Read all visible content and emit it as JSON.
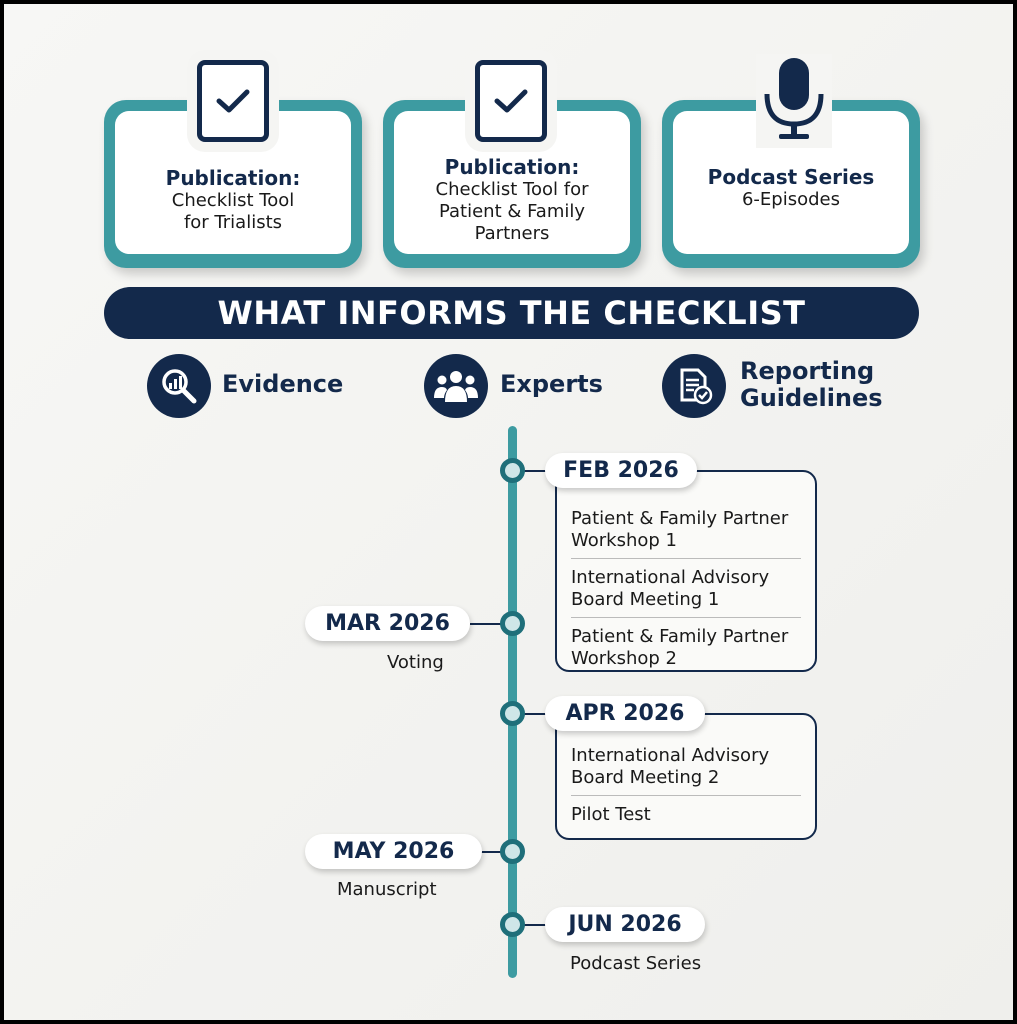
{
  "outputs": [
    {
      "title": "Publication:",
      "subtitle": "Checklist Tool for Trialists",
      "icon": "checkbox-icon"
    },
    {
      "title": "Publication:",
      "subtitle": "Checklist Tool for Patient & Family Partners",
      "icon": "checkbox-icon"
    },
    {
      "title": "Podcast Series",
      "subtitle": "6-Episodes",
      "icon": "microphone-icon"
    }
  ],
  "banner": "WHAT INFORMS THE CHECKLIST",
  "inputs": [
    {
      "label": "Evidence",
      "icon": "magnifier-chart-icon"
    },
    {
      "label": "Experts",
      "icon": "people-group-icon"
    },
    {
      "label": "Reporting Guidelines",
      "icon": "document-check-icon"
    }
  ],
  "timeline": [
    {
      "date": "FEB 2026",
      "items": [
        "Patient & Family Partner Workshop 1",
        "International Advisory Board Meeting 1",
        "Patient & Family Partner Workshop 2"
      ]
    },
    {
      "date": "MAR 2026",
      "caption": "Voting"
    },
    {
      "date": "APR 2026",
      "items": [
        "International Advisory Board Meeting 2",
        "Pilot Test"
      ]
    },
    {
      "date": "MAY 2026",
      "caption": "Manuscript"
    },
    {
      "date": "JUN 2026",
      "caption": "Podcast Series"
    }
  ],
  "colors": {
    "navy": "#13294b",
    "teal": "#3d9ba1"
  }
}
